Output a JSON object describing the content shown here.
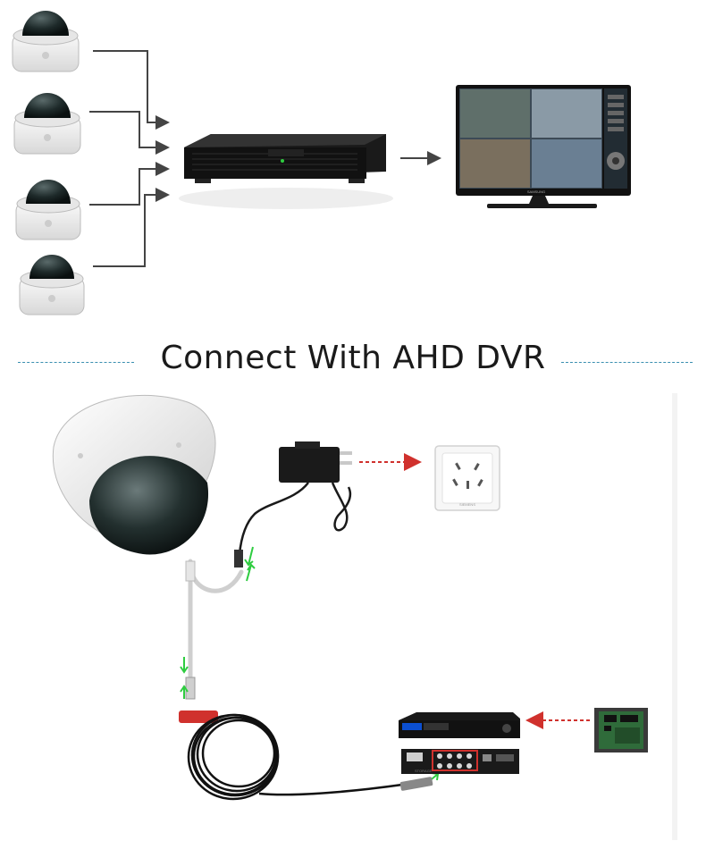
{
  "section": {
    "title": "Connect With AHD DVR"
  },
  "monitor": {
    "brand": "SAMSUNG"
  },
  "dvr_bottom": {
    "label": "STORAGE"
  },
  "outlet": {
    "brand": "SIEMENS"
  },
  "colors": {
    "camera_shell": "#f2f2f2",
    "camera_dome": "#1e2a2a",
    "dvr_body": "#1a1a1a",
    "wire": "#444444",
    "arrow_green": "#2ecc40",
    "arrow_red": "#d0312d",
    "divider": "#3a8fb0"
  },
  "icons": [
    "dome-camera-icon",
    "dvr-recorder-icon",
    "monitor-icon",
    "power-adapter-icon",
    "wall-outlet-icon",
    "hard-drive-icon",
    "cable-coil-icon"
  ]
}
